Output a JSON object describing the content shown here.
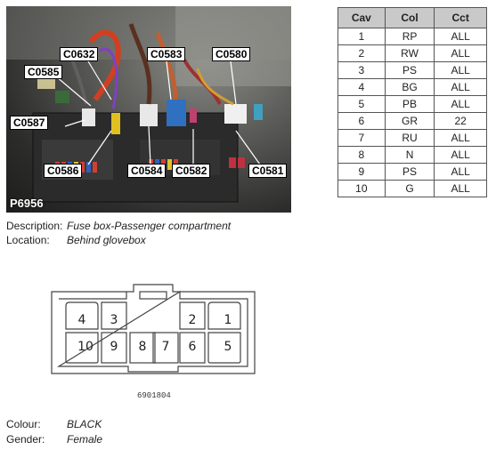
{
  "photo": {
    "image_id": "P6956",
    "callouts": {
      "c0632": "C0632",
      "c0583": "C0583",
      "c0580": "C0580",
      "c0585": "C0585",
      "c0587": "C0587",
      "c0586": "C0586",
      "c0584": "C0584",
      "c0582": "C0582",
      "c0581": "C0581"
    }
  },
  "pin_table": {
    "headers": [
      "Cav",
      "Col",
      "Cct"
    ],
    "rows": [
      [
        "1",
        "RP",
        "ALL"
      ],
      [
        "2",
        "RW",
        "ALL"
      ],
      [
        "3",
        "PS",
        "ALL"
      ],
      [
        "4",
        "BG",
        "ALL"
      ],
      [
        "5",
        "PB",
        "ALL"
      ],
      [
        "6",
        "GR",
        "22"
      ],
      [
        "7",
        "RU",
        "ALL"
      ],
      [
        "8",
        "N",
        "ALL"
      ],
      [
        "9",
        "PS",
        "ALL"
      ],
      [
        "10",
        "G",
        "ALL"
      ]
    ]
  },
  "description": {
    "label": "Description:",
    "value": "Fuse box-Passenger compartment"
  },
  "location": {
    "label": "Location:",
    "value": "Behind glovebox"
  },
  "connector": {
    "part_number": "6901804",
    "pins": {
      "p1": "1",
      "p2": "2",
      "p3": "3",
      "p4": "4",
      "p5": "5",
      "p6": "6",
      "p7": "7",
      "p8": "8",
      "p9": "9",
      "p10": "10"
    }
  },
  "colour": {
    "label": "Colour:",
    "value": "BLACK"
  },
  "gender": {
    "label": "Gender:",
    "value": "Female"
  }
}
